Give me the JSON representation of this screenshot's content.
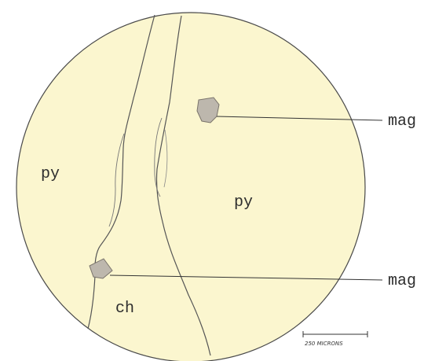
{
  "labels": {
    "py_left": "py",
    "py_right": "py",
    "ch": "ch",
    "mag_top": "mag",
    "mag_bottom": "mag"
  },
  "scale_bar": {
    "text": "250 MICRONS"
  },
  "colors": {
    "field_fill": "#fbf6cf",
    "field_outline": "#4a4a4a",
    "vein_line": "#555555",
    "magnetite_fill": "#bdb7ad",
    "label_text": "#2d2d2d"
  }
}
